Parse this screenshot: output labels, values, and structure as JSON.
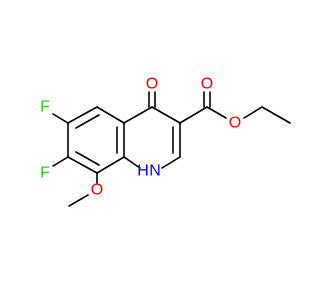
{
  "colors": {
    "background": "#ffffff",
    "bond": "#000000",
    "oxygen": "#ff0000",
    "fluorine": "#33cc33",
    "nitrogen": "#0000ff"
  },
  "atoms": [
    {
      "id": "O-ketone",
      "label": "O",
      "element": "O"
    },
    {
      "id": "O-carbonyl",
      "label": "O",
      "element": "O"
    },
    {
      "id": "O-ester",
      "label": "O",
      "element": "O"
    },
    {
      "id": "F-6",
      "label": "F",
      "element": "F"
    },
    {
      "id": "F-7",
      "label": "F",
      "element": "F"
    },
    {
      "id": "O-methoxy",
      "label": "O",
      "element": "O"
    },
    {
      "id": "N-1",
      "label": "N",
      "element": "N"
    },
    {
      "id": "H-1",
      "label": "H",
      "element": "N"
    }
  ]
}
